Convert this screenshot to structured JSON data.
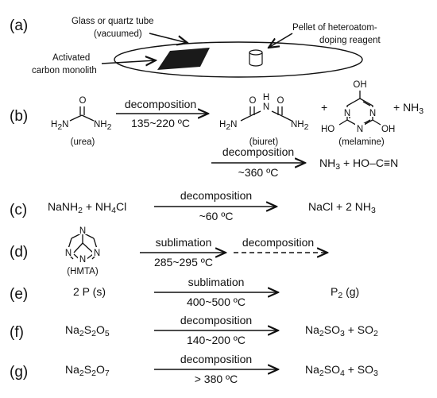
{
  "panels": {
    "a": {
      "label": "(a)",
      "tube_line1": "Glass or quartz tube",
      "tube_line2": "(vacuumed)",
      "pellet_line1": "Pellet of heteroatom-",
      "pellet_line2": "doping reagent",
      "carbon_line1": "Activated",
      "carbon_line2": "carbon monolith"
    },
    "b": {
      "label": "(b)",
      "urea_name": "(urea)",
      "arrow1_top": "decomposition",
      "arrow1_bottom": "135~220 ºC",
      "biuret_name": "(biuret)",
      "plus": "+",
      "melamine_name": "(melamine)",
      "plus_nh3": "+ NH",
      "nh3_sub": "3",
      "arrow2_top": "decomposition",
      "arrow2_bottom": "~360 ºC",
      "product2_a": "NH",
      "product2_sub": "3",
      "product2_b": " + HO–C≡N",
      "atoms": {
        "h2n": "H",
        "h2n_sub": "2",
        "n": "N",
        "nh2": "NH",
        "nh2_sub": "2",
        "o": "O",
        "oh": "OH",
        "ho": "HO",
        "h": "H",
        "nn": "N"
      }
    },
    "c": {
      "label": "(c)",
      "reactant_a": "NaNH",
      "reactant_a_sub": "2",
      "reactant_b": " + NH",
      "reactant_b_sub": "4",
      "reactant_c": "Cl",
      "arrow_top": "decomposition",
      "arrow_bottom": "~60 ºC",
      "product_a": "NaCl + 2 NH",
      "product_sub": "3"
    },
    "d": {
      "label": "(d)",
      "name": "(HMTA)",
      "n_atom": "N",
      "arrow1_top": "sublimation",
      "arrow1_bottom": "285~295 ºC",
      "arrow2_top": "decomposition"
    },
    "e": {
      "label": "(e)",
      "reactant": "2 P (s)",
      "arrow_top": "sublimation",
      "arrow_bottom": "400~500 ºC",
      "product_a": "P",
      "product_sub": "2",
      "product_b": " (g)"
    },
    "f": {
      "label": "(f)",
      "reactant": [
        "Na",
        "2",
        "S",
        "2",
        "O",
        "5"
      ],
      "arrow_top": "decomposition",
      "arrow_bottom": "140~200 ºC",
      "product": [
        "Na",
        "2",
        "SO",
        "3",
        " + SO",
        "2"
      ]
    },
    "g": {
      "label": "(g)",
      "reactant": [
        "Na",
        "2",
        "S",
        "2",
        "O",
        "7"
      ],
      "arrow_top": "decomposition",
      "arrow_bottom": "> 380 ºC",
      "product": [
        "Na",
        "2",
        "SO",
        "4",
        " + SO",
        "3"
      ]
    }
  }
}
